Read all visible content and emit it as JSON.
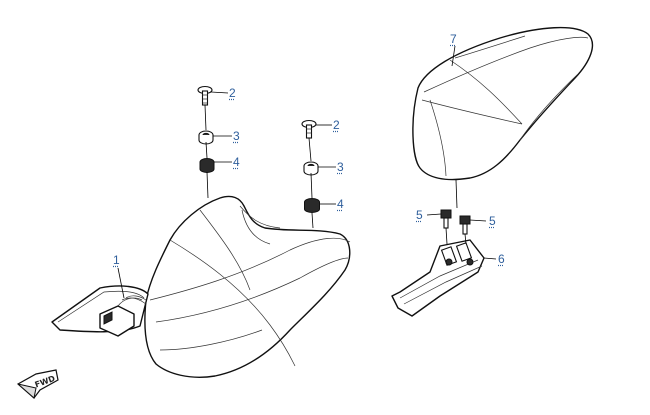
{
  "callouts": [
    {
      "id": "1",
      "label": "1"
    },
    {
      "id": "2a",
      "label": "2"
    },
    {
      "id": "2b",
      "label": "2"
    },
    {
      "id": "3a",
      "label": "3"
    },
    {
      "id": "3b",
      "label": "3"
    },
    {
      "id": "4a",
      "label": "4"
    },
    {
      "id": "4b",
      "label": "4"
    },
    {
      "id": "5a",
      "label": "5"
    },
    {
      "id": "5b",
      "label": "5"
    },
    {
      "id": "6",
      "label": "6"
    },
    {
      "id": "7",
      "label": "7"
    }
  ],
  "direction_marker": {
    "label": "FWD",
    "icon": "forward-arrow-icon"
  }
}
